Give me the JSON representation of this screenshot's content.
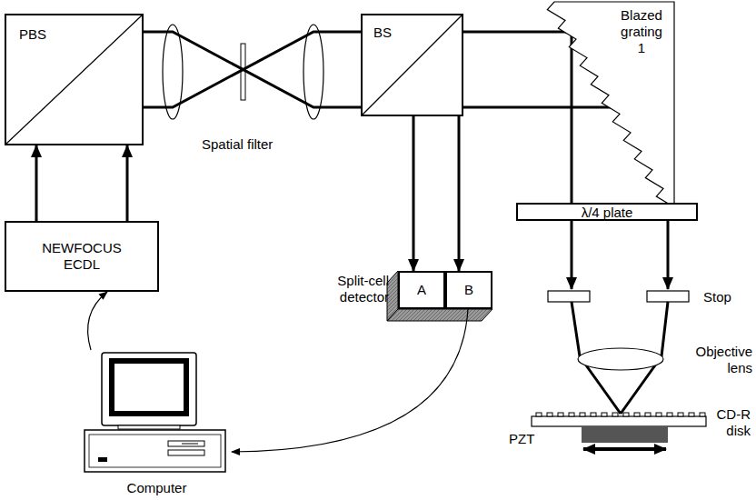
{
  "diagram": {
    "nodes": [
      {
        "text": [
          "PBS"
        ]
      },
      {
        "text": [
          "BS"
        ]
      },
      {
        "text": [
          "Blazed grating 1"
        ]
      },
      {
        "text": [
          "NEWFOCUS ECDL"
        ]
      },
      {
        "text": [
          "A"
        ]
      },
      {
        "text": [
          "B"
        ]
      },
      {
        "text": [
          "λ/4 plate"
        ]
      },
      {
        "text": [
          "Computer"
        ]
      }
    ],
    "edges": [
      {
        "from": 3,
        "to": 0,
        "arrow": "to"
      },
      {
        "from": 3,
        "to": 0,
        "arrow": "to"
      },
      {
        "from": 0,
        "to": 1,
        "arrow": "none"
      },
      {
        "from": 0,
        "to": 1,
        "arrow": "none"
      },
      {
        "from": 1,
        "to": 2,
        "arrow": "none"
      },
      {
        "from": 1,
        "to": 2,
        "arrow": "none"
      },
      {
        "from": 2,
        "to": 6,
        "arrow": "none"
      },
      {
        "from": 2,
        "to": 6,
        "arrow": "none"
      },
      {
        "from": 1,
        "to": 4,
        "arrow": "to"
      },
      {
        "from": 1,
        "to": 5,
        "arrow": "to"
      },
      {
        "from": 5,
        "to": 7,
        "arrow": "to"
      },
      {
        "from": 7,
        "to": 3,
        "arrow": "to"
      }
    ],
    "labels": [
      "Spatial filter",
      "Split-cell detector",
      "Stop",
      "Objective lens",
      "CD-R disk",
      "PZT"
    ]
  }
}
